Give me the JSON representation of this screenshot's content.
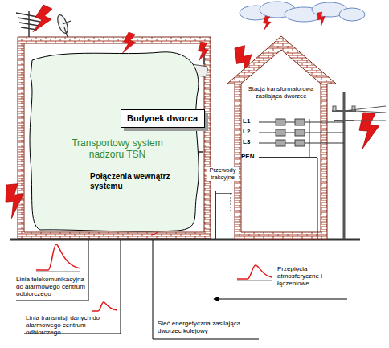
{
  "diagram": {
    "nodes": [
      {
        "text": [
          "Transportowy system nadzoru TSN",
          "Połączenia wewnątrz systemu"
        ]
      },
      {
        "text": [
          "Budynek dworca"
        ],
        "in": 0
      },
      {
        "text": [
          "Stacja transformatorowa zasilająca dworzec"
        ]
      }
    ],
    "labels": [
      "Przewody trakcyjne",
      "L1",
      "L2",
      "L3",
      "PEN",
      "Linia telekomunikacyjna do alarmowego centrum odbiorczego",
      "Linia transmisji danych do alarmowego centrum odbiorczego",
      "Przepięcia atmosferyczne i łączeniowe",
      "Sieć energetyczna zasilająca dworzec kolejowy"
    ]
  }
}
